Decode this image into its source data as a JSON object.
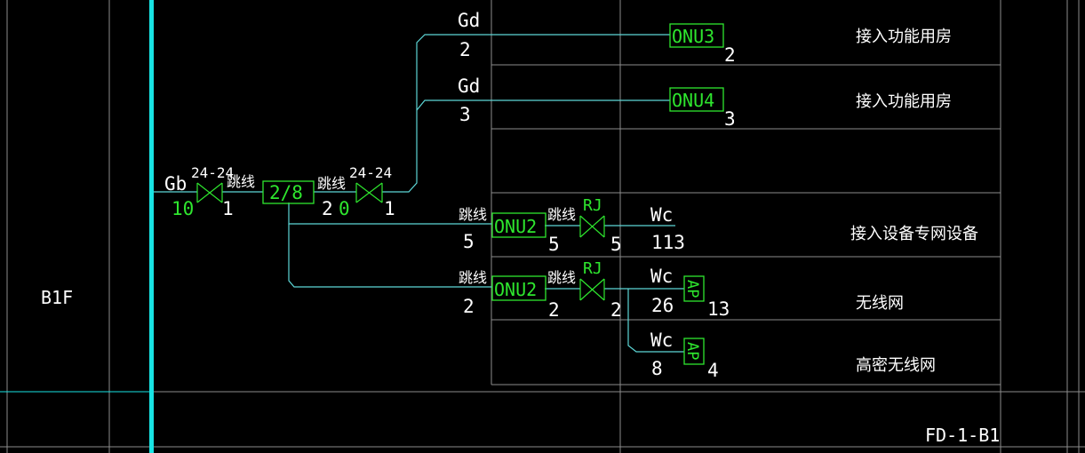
{
  "colors": {
    "background": "#000000",
    "grid": "#8c8c8c",
    "bus": "#18e4e4",
    "wire": "#5cd6d6",
    "equipment": "#2ee62e",
    "text": "#ffffff"
  },
  "floor_label": "B1F",
  "drawing_code": "FD-1-B1",
  "source": {
    "cable_type": "Gb",
    "cable_count": "10",
    "patch_size": "24-24",
    "jumper_label": "跳线",
    "jumper_count": "1"
  },
  "splitter": {
    "label": "2/8",
    "jumper_label": "跳线",
    "jumper_count": "2",
    "port_count": "0",
    "patch_size": "24-24",
    "patch_count": "1"
  },
  "feeds": [
    {
      "cable_type": "Gd",
      "cable_count": "2",
      "device": "ONU3",
      "device_count": "2",
      "description": "接入功能用房"
    },
    {
      "cable_type": "Gd",
      "cable_count": "3",
      "device": "ONU4",
      "device_count": "3",
      "description": "接入功能用房"
    }
  ],
  "onu_branches": [
    {
      "jumper_label": "跳线",
      "jumper_count": "5",
      "device": "ONU2",
      "jumper2_label": "跳线",
      "jumper2_count": "5",
      "rj_label": "RJ",
      "rj_count": "5",
      "cable_type": "Wc",
      "cable_count": "113",
      "description": "接入设备专网设备"
    },
    {
      "jumper_label": "跳线",
      "jumper_count": "2",
      "device": "ONU2",
      "jumper2_label": "跳线",
      "jumper2_count": "2",
      "rj_label": "RJ",
      "rj_count": "2",
      "cable_type": "Wc",
      "cable_count": "26",
      "ap_label": "AP",
      "ap_count": "13",
      "description": "无线网"
    }
  ],
  "ap_branch": {
    "cable_type": "Wc",
    "cable_count": "8",
    "ap_label": "AP",
    "ap_count": "4",
    "description": "高密无线网"
  }
}
